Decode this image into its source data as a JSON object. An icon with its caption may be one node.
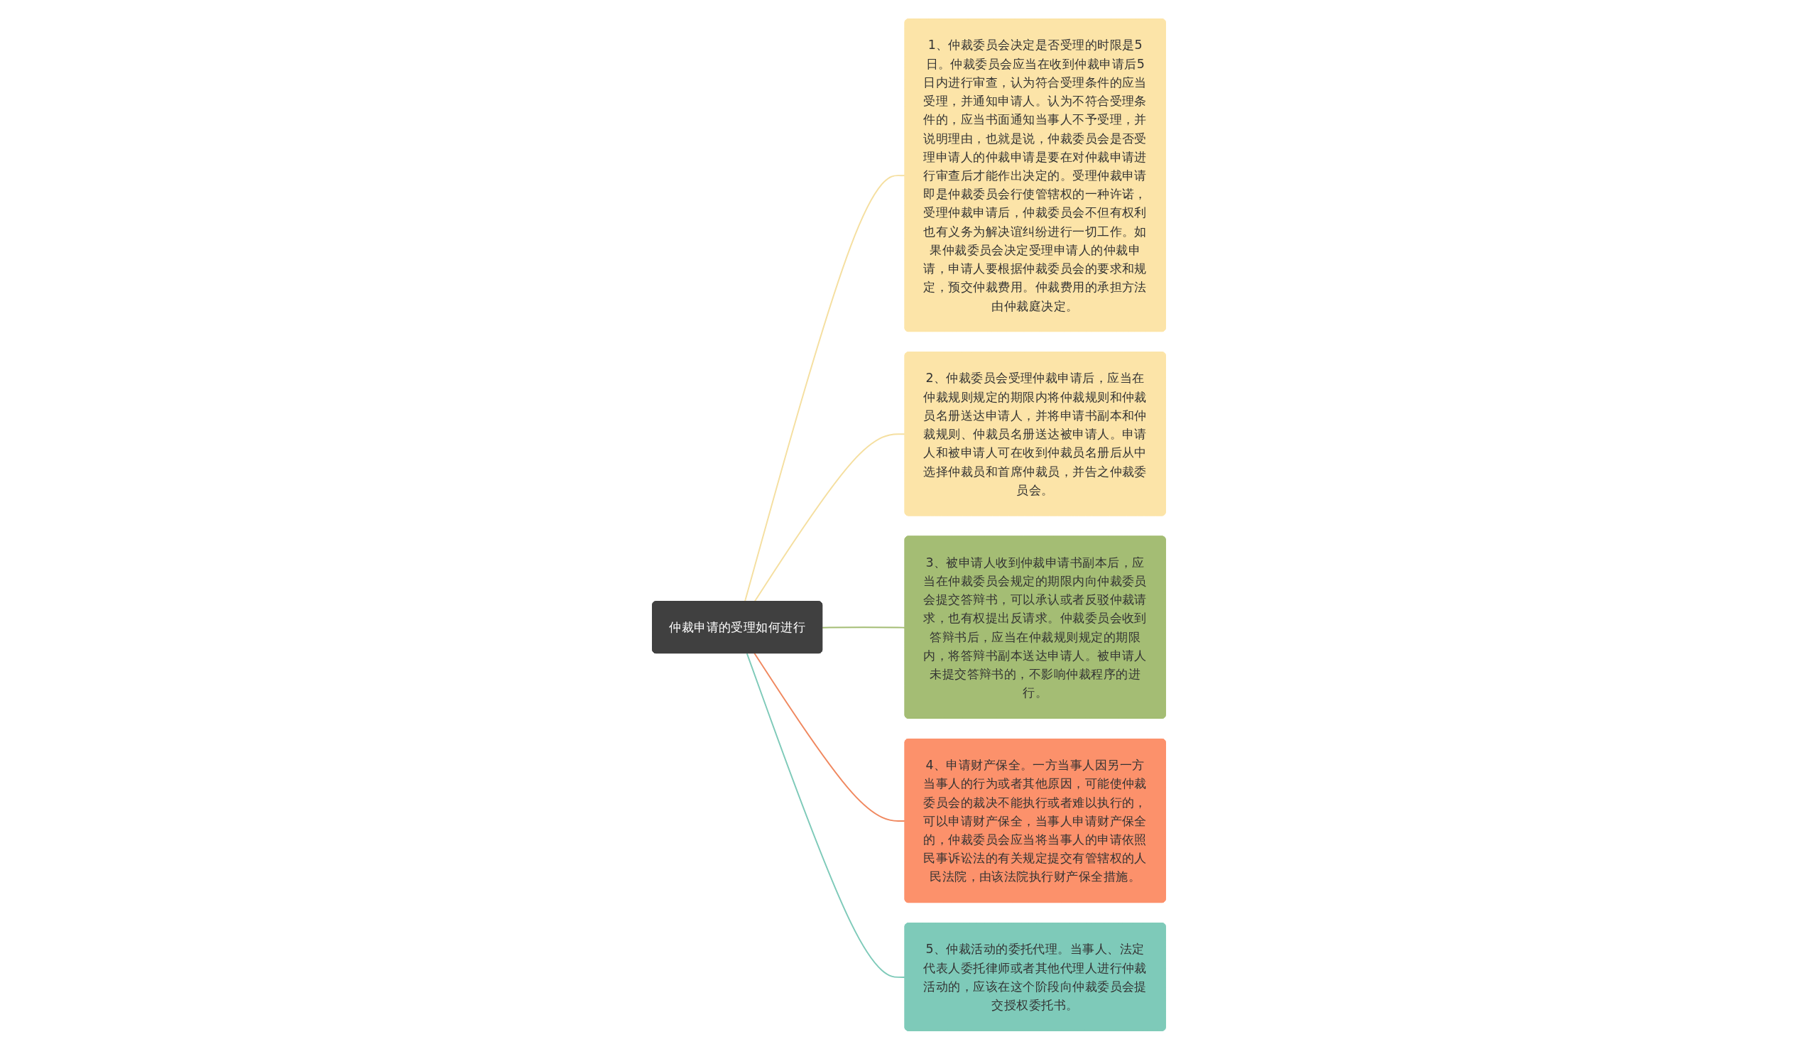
{
  "diagram": {
    "nodes": [
      {
        "text": [
          "仲裁申请的受理如何进行"
        ]
      },
      {
        "text": [
          "1、仲裁委员会决定是否受理的时限是5日。仲裁委员会应当在收到仲裁申请后5日内进行审查，认为符合受理条件的应当受理，并通知申请人。认为不符合受理条件的，应当书面通知当事人不予受理，并说明理由，也就是说，仲裁委员会是否受理申请人的仲裁申请是要在对仲裁申请进行审查后才能作出决定的。受理仲裁申请即是仲裁委员会行使管辖权的一种许诺，受理仲裁申请后，仲裁委员会不但有权利也有义务为解决谊纠纷进行一切工作。如果仲裁委员会决定受理申请人的仲裁申请，申请人要根据仲裁委员会的要求和规定，预交仲裁费用。仲裁费用的承担方法由仲裁庭决定。"
        ]
      },
      {
        "text": [
          "2、仲裁委员会受理仲裁申请后，应当在仲裁规则规定的期限内将仲裁规则和仲裁员名册送达申请人，并将申请书副本和仲裁规则、仲裁员名册送达被申请人。申请人和被申请人可在收到仲裁员名册后从中选择仲裁员和首席仲裁员，并告之仲裁委员会。"
        ]
      },
      {
        "text": [
          "3、被申请人收到仲裁申请书副本后，应当在仲裁委员会规定的期限内向仲裁委员会提交答辩书，可以承认或者反驳仲裁请求，也有权提出反请求。仲裁委员会收到答辩书后，应当在仲裁规则规定的期限内，将答辩书副本送达申请人。被申请人未提交答辩书的，不影响仲裁程序的进行。"
        ]
      },
      {
        "text": [
          "4、申请财产保全。一方当事人因另一方当事人的行为或者其他原因，可能使仲裁委员会的裁决不能执行或者难以执行的，可以申请财产保全，当事人申请财产保全的，仲裁委员会应当将当事人的申请依照民事诉讼法的有关规定提交有管辖权的人民法院，由该法院执行财产保全措施。"
        ]
      },
      {
        "text": [
          "5、仲裁活动的委托代理。当事人、法定代表人委托律师或者其他代理人进行仲裁活动的，应该在这个阶段向仲裁委员会提交授权委托书。"
        ]
      }
    ],
    "edges": [
      {
        "from": 0,
        "to": 1,
        "arrow": "none",
        "color": "#f5dfa0"
      },
      {
        "from": 0,
        "to": 2,
        "arrow": "none",
        "color": "#f5dfa0"
      },
      {
        "from": 0,
        "to": 3,
        "arrow": "none",
        "color": "#a4bd74"
      },
      {
        "from": 0,
        "to": 4,
        "arrow": "none",
        "color": "#f0885f"
      },
      {
        "from": 0,
        "to": 5,
        "arrow": "none",
        "color": "#7ecab9"
      }
    ]
  }
}
